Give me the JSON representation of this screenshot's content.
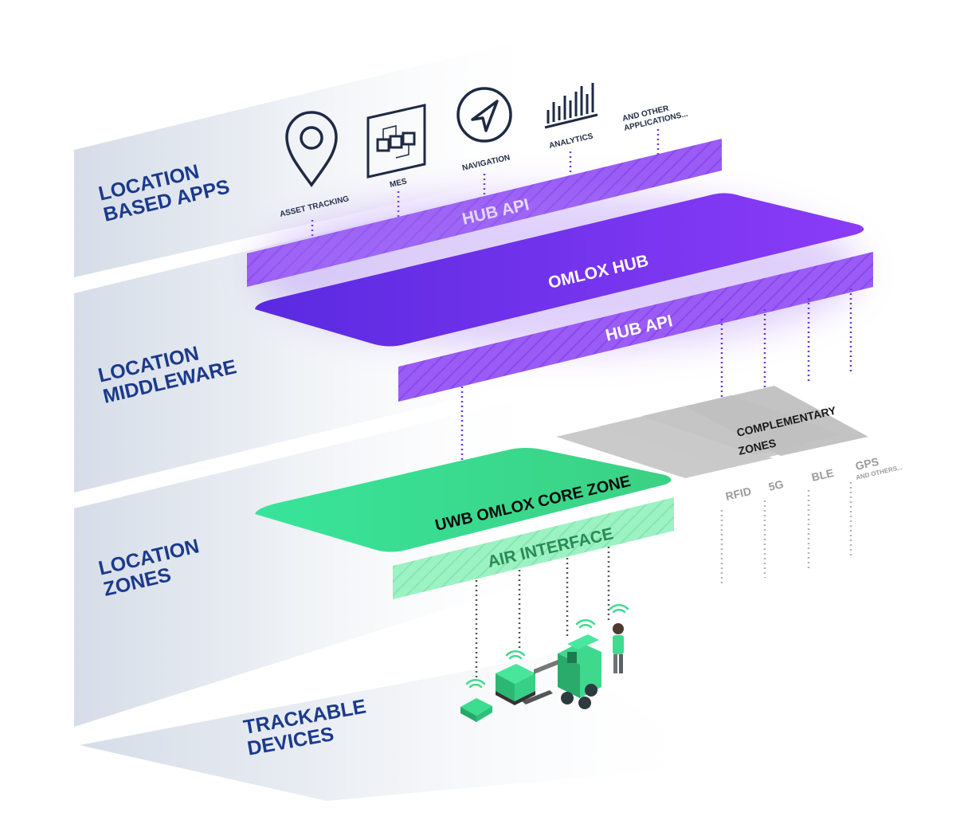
{
  "layers": {
    "apps": [
      "LOCATION",
      "BASED APPS"
    ],
    "middleware": [
      "LOCATION",
      "MIDDLEWARE"
    ],
    "zones": [
      "LOCATION",
      "ZONES"
    ],
    "devices": [
      "TRACKABLE",
      "DEVICES"
    ]
  },
  "apps": {
    "asset_tracking": "ASSET TRACKING",
    "mes": "MES",
    "navigation": "NAVIGATION",
    "analytics": "ANALYTICS",
    "other": [
      "AND OTHER",
      "APPLICATIONS..."
    ]
  },
  "middleware": {
    "hub_api_top": "HUB API",
    "omlox_hub": "OMLOX HUB",
    "hub_api_bottom": "HUB API"
  },
  "zones": {
    "core_zone": "UWB OMLOX CORE ZONE",
    "air_interface": "AIR INTERFACE",
    "complementary": [
      "COMPLEMENTARY",
      "ZONES"
    ],
    "technologies": [
      "RFID",
      "5G",
      "BLE",
      "GPS"
    ],
    "gps_note": "AND OTHERS..."
  },
  "colors": {
    "layer_label": "#1b3a8c",
    "purple": "#7b2ff7",
    "purple_light": "#9b5cf6",
    "green": "#3ddc8f",
    "green_light": "#8ff0bd",
    "panel": "#e2e7ef",
    "gray_zone": "#c8c8c8"
  },
  "icons": [
    "location-pin-icon",
    "flowchart-icon",
    "navigation-arrow-icon",
    "bar-chart-icon",
    "wifi-signal-icon"
  ]
}
